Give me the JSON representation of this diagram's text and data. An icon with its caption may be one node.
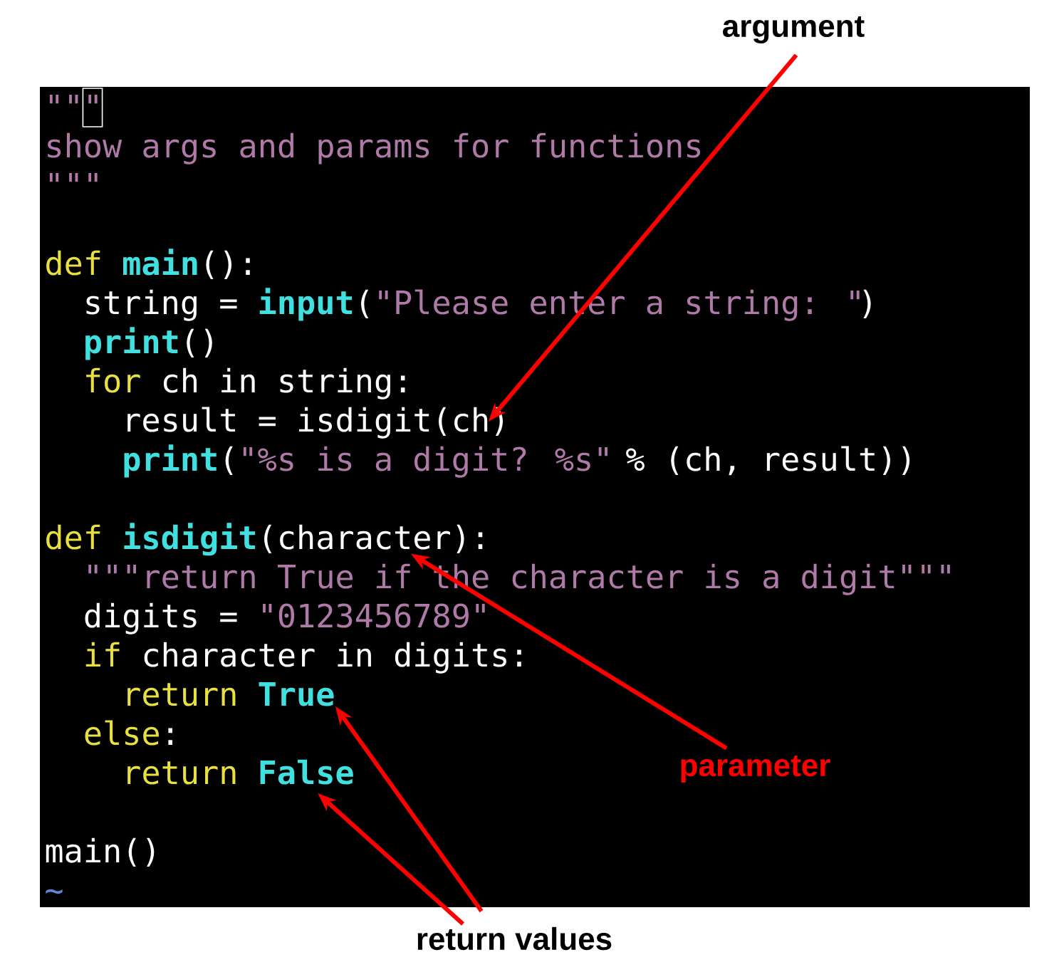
{
  "diagram": {
    "nodes": [
      {
        "text": [
          "argument"
        ]
      },
      {
        "text": [
          "result = isdigit(ch)"
        ]
      },
      {
        "text": [
          "(character):"
        ]
      },
      {
        "text": [
          "True"
        ]
      },
      {
        "text": [
          "False"
        ]
      },
      {
        "text": [
          "parameter"
        ]
      },
      {
        "text": [
          "return values"
        ]
      }
    ],
    "edges": [
      {
        "from": 0,
        "to": 1,
        "arrow": "to"
      },
      {
        "from": 5,
        "to": 2,
        "arrow": "to"
      },
      {
        "from": 6,
        "to": 3,
        "arrow": "to"
      },
      {
        "from": 6,
        "to": 4,
        "arrow": "to"
      }
    ],
    "labels": [
      "\"\"\"",
      "show args and params for functions",
      "\"\"\"",
      "def",
      "main",
      "():",
      "string =",
      "input",
      "(",
      "\"Please enter a string: \"",
      ")",
      "print",
      "()",
      "for",
      "ch in string:",
      "print",
      "(",
      "\"%s is a digit? %s\"",
      "% (ch, result))",
      "def",
      "isdigit",
      "\"\"\"return True if the character is a digit\"\"\"",
      "digits =",
      "\"0123456789\"",
      "if",
      "character in digits:",
      "return",
      "else",
      ":",
      "return",
      "main()",
      "~"
    ]
  }
}
